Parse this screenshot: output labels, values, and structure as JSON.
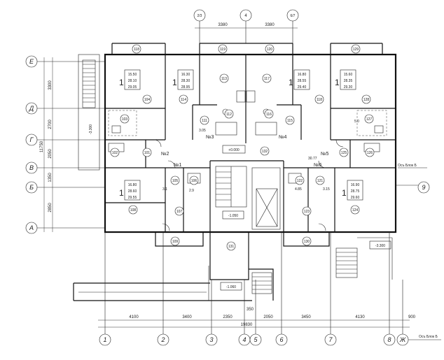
{
  "top_axes": [
    "2/3",
    "4",
    "6/7"
  ],
  "top_dims": [
    "3380",
    "3380"
  ],
  "left_axes": [
    "Е",
    "Д",
    "Г",
    "В",
    "Б",
    "А"
  ],
  "left_dims": [
    "3300",
    "2700",
    "2050",
    "1350",
    "2850"
  ],
  "left_total": "11750",
  "bottom_axes": [
    "1",
    "2",
    "3",
    "4",
    "5",
    "6",
    "7",
    "8",
    "Ж"
  ],
  "bottom_dims": [
    "4100",
    "3400",
    "2350",
    "350",
    "2050",
    "3450",
    "4130",
    "900"
  ],
  "bottom_total": "19830",
  "right_axis": "9",
  "note_blok": "Осъ Блок Б",
  "note_blok2": "Осъ Блок Б",
  "rooms": [
    "118",
    "119",
    "120",
    "129",
    "104",
    "114",
    "113",
    "117",
    "118",
    "128",
    "103",
    "112",
    "116",
    "127",
    "111",
    "115",
    "102",
    "101",
    "132",
    "125",
    "126",
    "105",
    "106",
    "122",
    "121",
    "108",
    "107",
    "123",
    "124",
    "109",
    "131",
    "130"
  ],
  "apartments": [
    {
      "num": "1",
      "a": "15.50",
      "b": "28.10",
      "c": "29.05"
    },
    {
      "num": "1",
      "a": "16.30",
      "b": "28.30",
      "c": "28.95"
    },
    {
      "num": "1",
      "a": "16.80",
      "b": "28.55",
      "c": "29.40"
    },
    {
      "num": "1",
      "a": "15.60",
      "b": "28.35",
      "c": "29.30"
    },
    {
      "num": "1",
      "a": "16.80",
      "b": "28.60",
      "c": "29.55"
    },
    {
      "num": "1",
      "a": "16.90",
      "b": "28.75",
      "c": "29.60"
    }
  ],
  "sections": [
    "№2",
    "№3",
    "№4",
    "№1",
    "№5",
    "№6"
  ],
  "levels": {
    "l1": "+0.000",
    "l2": "-1.050",
    "l3": "-1.060",
    "l4": "-3.300",
    "l5": "-3.300"
  },
  "small_values": [
    "3.05",
    "5.0",
    "3.1",
    "2.9",
    "4.85",
    "3.15",
    "30.77"
  ]
}
